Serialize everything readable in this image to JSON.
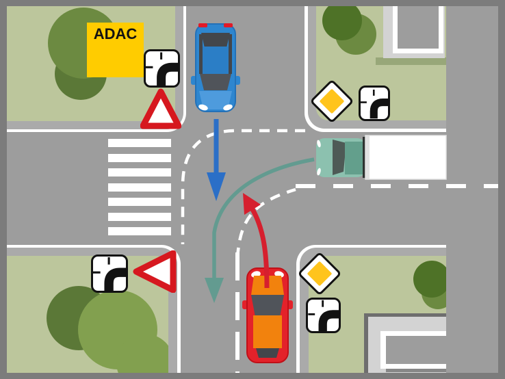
{
  "branding": {
    "adac_label": "ADAC"
  },
  "colors": {
    "frame": "#7C7C7C",
    "road": "#9D9D9D",
    "sidewalk": "#AAAAAA",
    "curb": "#FFFFFF",
    "grass": "#BCC69C",
    "tree_dark": "#4E7227",
    "tree_olive": "#6C8A41",
    "tree_shadow": "#5B7837",
    "tree_light": "#82A04F",
    "building_wall": "#D3D3D3",
    "building_shadow": "#98A779",
    "building_edge": "#6E6E6E",
    "adac_yellow": "#FFCC00",
    "sign_yellow": "#FFC41C",
    "sign_red": "#D6181F",
    "ink": "#121212",
    "marking": "#FFFFFF",
    "glass": "#50545A",
    "glass_dark": "#43464B",
    "car_blue": "#2E86CF",
    "car_blue_edge": "#2371B8",
    "car_blue_roof": "#2B7EC6",
    "car_blue_hood": "#4E9BDD",
    "taillight": "#E11A28",
    "car_red": "#E3222A",
    "car_red_edge": "#C01018",
    "car_orange": "#F2820D",
    "truck_teal": "#8CC1AF",
    "truck_teal_dark": "#639F8C",
    "truck_glass": "#4E5A56",
    "trailer_edge": "#E2E2E2",
    "divider": "#2E3331",
    "arrow_blue": "#2B6FC7",
    "arrow_teal": "#639B90",
    "arrow_red": "#D61F2E"
  },
  "signs": {
    "top_left": {
      "plaque_icon": "priority-road-turns-right-icon",
      "triangle": "yield-triangle-facing-north-road"
    },
    "top_right": {
      "diamond": "priority-road-diamond",
      "plaque_icon": "priority-road-turns-right-icon"
    },
    "bottom_left": {
      "plaque_icon": "priority-road-turns-right-icon",
      "triangle": "yield-triangle-facing-west-road"
    },
    "bottom_right": {
      "diamond": "priority-road-diamond",
      "plaque_icon": "priority-road-turns-right-icon"
    }
  },
  "vehicles": {
    "blue_car": {
      "type": "car",
      "color": "blue",
      "heading": "south"
    },
    "red_car": {
      "type": "car",
      "color": "red-orange",
      "heading": "north"
    },
    "truck": {
      "type": "box-truck",
      "color": "teal-cab-white-box",
      "heading": "west"
    }
  },
  "arrows": {
    "blue": {
      "shape": "straight-down",
      "color": "#2B6FC7"
    },
    "teal": {
      "shape": "curve-from-truck-into-south-road",
      "color": "#639B90"
    },
    "red": {
      "shape": "curve-up-left-from-red-car",
      "color": "#D61F2E"
    }
  },
  "markings": {
    "crosswalk_stripes": 7,
    "dashed_priority_curves": 2,
    "center_lines": [
      "east-road",
      "south-road"
    ]
  }
}
